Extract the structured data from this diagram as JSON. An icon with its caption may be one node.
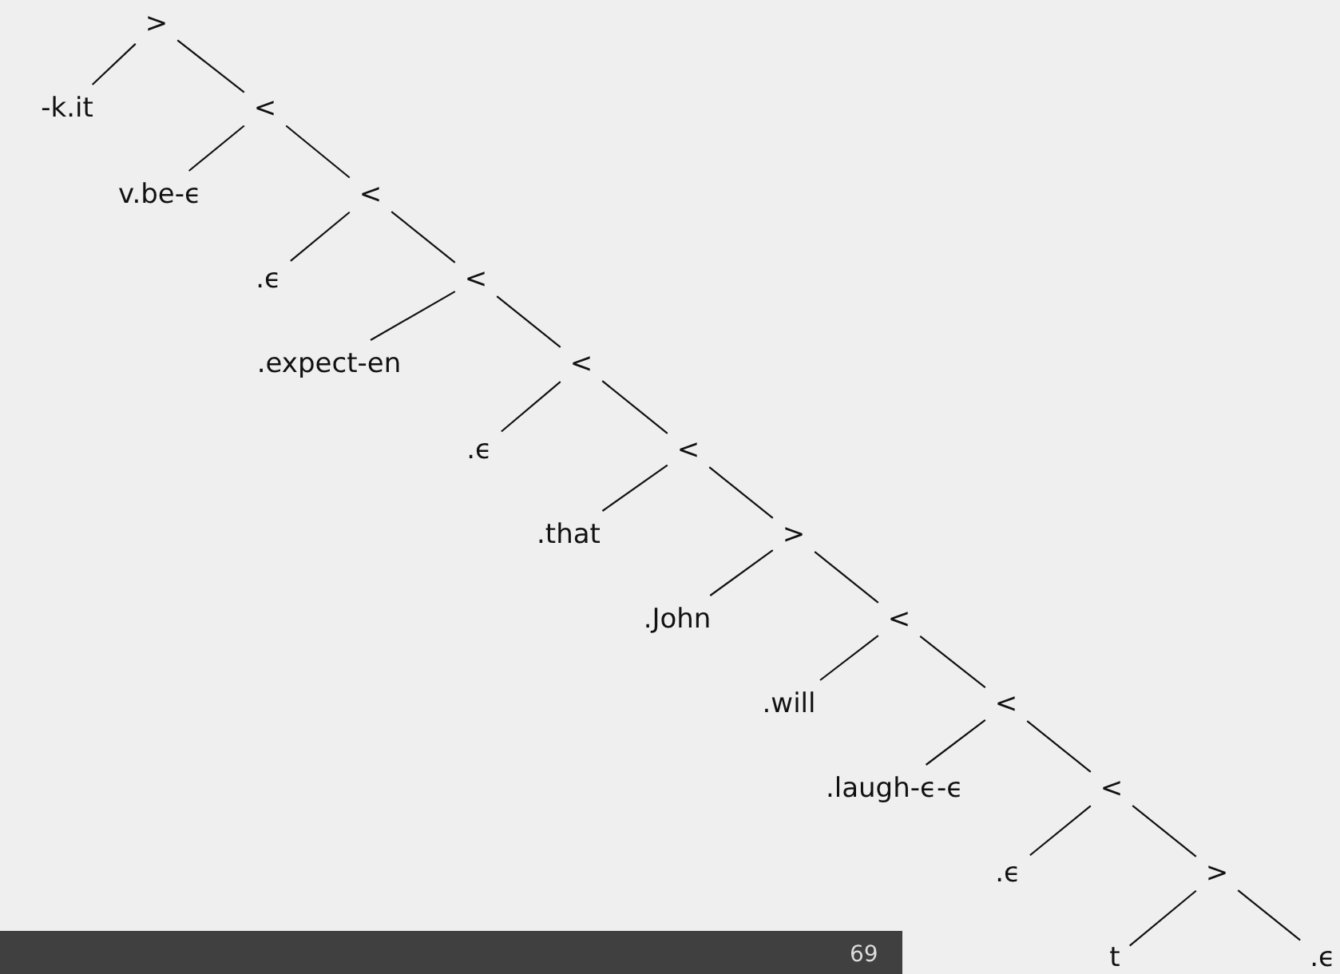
{
  "diagram": {
    "nodes": [
      {
        "text": [
          ">"
        ]
      },
      {
        "text": [
          "-k.it"
        ]
      },
      {
        "text": [
          "<"
        ]
      },
      {
        "text": [
          "v.be-ϵ"
        ]
      },
      {
        "text": [
          "<"
        ]
      },
      {
        "text": [
          ".ϵ"
        ]
      },
      {
        "text": [
          "<"
        ]
      },
      {
        "text": [
          ".expect-en"
        ]
      },
      {
        "text": [
          "<"
        ]
      },
      {
        "text": [
          ".ϵ"
        ]
      },
      {
        "text": [
          "<"
        ]
      },
      {
        "text": [
          ".that"
        ]
      },
      {
        "text": [
          ">"
        ]
      },
      {
        "text": [
          ".John"
        ]
      },
      {
        "text": [
          "<"
        ]
      },
      {
        "text": [
          ".will"
        ]
      },
      {
        "text": [
          "<"
        ]
      },
      {
        "text": [
          ".laugh-ϵ-ϵ"
        ]
      },
      {
        "text": [
          "<"
        ]
      },
      {
        "text": [
          ".ϵ"
        ]
      },
      {
        "text": [
          ">"
        ]
      },
      {
        "text": [
          "t"
        ]
      },
      {
        "text": [
          ".ϵ"
        ]
      }
    ],
    "edges": [
      {
        "from": 0,
        "to": 1,
        "arrow": "none"
      },
      {
        "from": 0,
        "to": 2,
        "arrow": "none"
      },
      {
        "from": 2,
        "to": 3,
        "arrow": "none"
      },
      {
        "from": 2,
        "to": 4,
        "arrow": "none"
      },
      {
        "from": 4,
        "to": 5,
        "arrow": "none"
      },
      {
        "from": 4,
        "to": 6,
        "arrow": "none"
      },
      {
        "from": 6,
        "to": 7,
        "arrow": "none"
      },
      {
        "from": 6,
        "to": 8,
        "arrow": "none"
      },
      {
        "from": 8,
        "to": 9,
        "arrow": "none"
      },
      {
        "from": 8,
        "to": 10,
        "arrow": "none"
      },
      {
        "from": 10,
        "to": 11,
        "arrow": "none"
      },
      {
        "from": 10,
        "to": 12,
        "arrow": "none"
      },
      {
        "from": 12,
        "to": 13,
        "arrow": "none"
      },
      {
        "from": 12,
        "to": 14,
        "arrow": "none"
      },
      {
        "from": 14,
        "to": 15,
        "arrow": "none"
      },
      {
        "from": 14,
        "to": 16,
        "arrow": "none"
      },
      {
        "from": 16,
        "to": 17,
        "arrow": "none"
      },
      {
        "from": 16,
        "to": 18,
        "arrow": "none"
      },
      {
        "from": 18,
        "to": 19,
        "arrow": "none"
      },
      {
        "from": 18,
        "to": 20,
        "arrow": "none"
      },
      {
        "from": 20,
        "to": 21,
        "arrow": "none"
      },
      {
        "from": 20,
        "to": 22,
        "arrow": "none"
      }
    ],
    "labels": [
      "69"
    ]
  }
}
